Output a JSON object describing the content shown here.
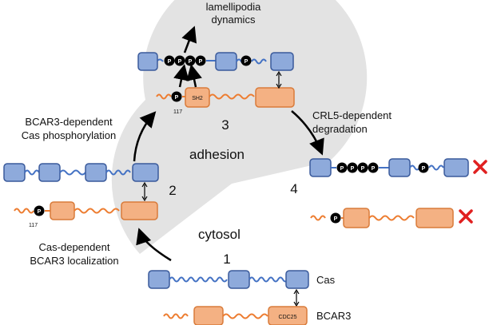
{
  "labels": {
    "lamellipodia_line1": "lamellipodia",
    "lamellipodia_line2": "dynamics",
    "bcar3_phos_line1": "BCAR3-dependent",
    "bcar3_phos_line2": "Cas phosphorylation",
    "crl5_line1": "CRL5-dependent",
    "crl5_line2": "degradation",
    "cas_dep_line1": "Cas-dependent",
    "cas_dep_line2": "BCAR3 localization",
    "adhesion": "adhesion",
    "cytosol": "cytosol",
    "step1": "1",
    "step2": "2",
    "step3": "3",
    "step4": "4",
    "cas": "Cas",
    "bcar3": "BCAR3",
    "sh2": "SH2",
    "cdc25": "CDC25",
    "p": "P",
    "residue117": "117"
  },
  "colors": {
    "cas_fill": "#8eaadb",
    "cas_stroke": "#3a5a9b",
    "cas_linker": "#4472c4",
    "bcar3_fill": "#f4b183",
    "bcar3_stroke": "#d97b3a",
    "bcar3_linker": "#ed7d31",
    "membrane": "#e3e3e3",
    "phospho": "#000000",
    "degrade_x": "#e02020"
  }
}
